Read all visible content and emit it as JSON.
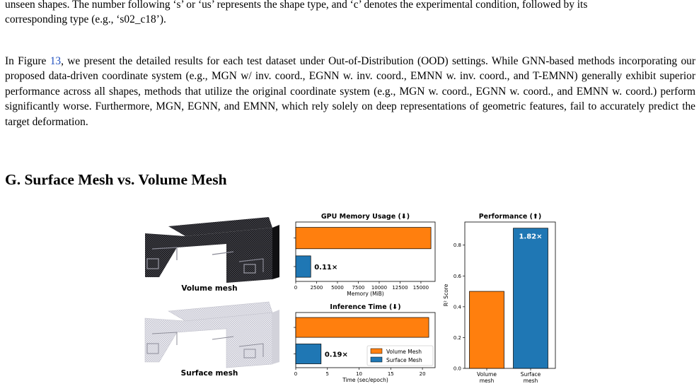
{
  "paragraph1": {
    "line1": "unseen shapes. The number following ‘s’ or ‘us’ represents the shape type, and ‘c’ denotes the experimental condition, followed by its",
    "line2": "corresponding type (e.g., ‘s02_c18’)."
  },
  "paragraph2": {
    "pre": "In Figure ",
    "link": "13",
    "post": ", we present the detailed results for each test dataset under Out-of-Distribution (OOD) settings. While GNN-based methods incorporating our proposed data-driven coordinate system (e.g., MGN w/ inv. coord., EGNN w. inv. coord., EMNN w. inv. coord., and T-EMNN) generally exhibit superior performance across all shapes, methods that utilize the original coordinate system (e.g., MGN w. coord., EGNN w. coord., and EMNN w. coord.) perform significantly worse. Furthermore, MGN, EGNN, and EMNN, which rely solely on deep representations of geometric features, fail to accurately predict the target deformation."
  },
  "section_heading": "G. Surface Mesh vs. Volume Mesh",
  "figure": {
    "volume_label": "Volume mesh",
    "surface_label": "Surface mesh"
  },
  "colors": {
    "volume": "#ff7f0e",
    "surface": "#1f77b4",
    "link": "#1f4fbf"
  },
  "chart_data": [
    {
      "type": "bar",
      "orientation": "horizontal",
      "title": "GPU Memory Usage (⬇)",
      "xlabel": "Memory (MiB)",
      "xlim": [
        0,
        16700
      ],
      "xticks": [
        "0",
        "2500",
        "5000",
        "7500",
        "10000",
        "12500",
        "15000"
      ],
      "series": [
        {
          "name": "Volume Mesh",
          "values": [
            16200
          ]
        },
        {
          "name": "Surface Mesh",
          "values": [
            1800
          ]
        }
      ],
      "annotation": "0.11×"
    },
    {
      "type": "bar",
      "orientation": "horizontal",
      "title": "Inference Time (⬇)",
      "xlabel": "Time (sec/epoch)",
      "xlim": [
        0,
        22
      ],
      "xticks": [
        "0",
        "5",
        "10",
        "15",
        "20"
      ],
      "series": [
        {
          "name": "Volume Mesh",
          "values": [
            21
          ]
        },
        {
          "name": "Surface Mesh",
          "values": [
            4
          ]
        }
      ],
      "annotation": "0.19×",
      "legend": "bottom-right"
    },
    {
      "type": "bar",
      "title": "Performance (⬆)",
      "categories": [
        "Volume mesh",
        "Surface mesh"
      ],
      "category_lines": [
        [
          "Volume",
          "mesh"
        ],
        [
          "Surface",
          "mesh"
        ]
      ],
      "values": [
        0.5,
        0.91
      ],
      "ylabel": "R² Score",
      "ylim": [
        0,
        0.95
      ],
      "yticks": [
        "0.0",
        "0.2",
        "0.4",
        "0.6",
        "0.8"
      ],
      "annotation": "1.82×"
    }
  ]
}
